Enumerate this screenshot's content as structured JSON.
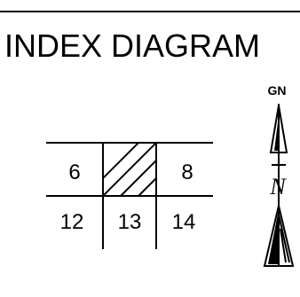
{
  "title": "INDEX DIAGRAM",
  "grid": {
    "cells": [
      {
        "label": "6",
        "highlighted": false
      },
      {
        "label": "",
        "highlighted": true
      },
      {
        "label": "8",
        "highlighted": false
      },
      {
        "label": "12",
        "highlighted": false
      },
      {
        "label": "13",
        "highlighted": false
      },
      {
        "label": "14",
        "highlighted": false
      }
    ]
  },
  "north_arrow": {
    "grid_north_label": "GN",
    "true_north_label": "N",
    "icon": "north-arrow-icon"
  },
  "colors": {
    "ink": "#000000",
    "background": "#ffffff"
  }
}
